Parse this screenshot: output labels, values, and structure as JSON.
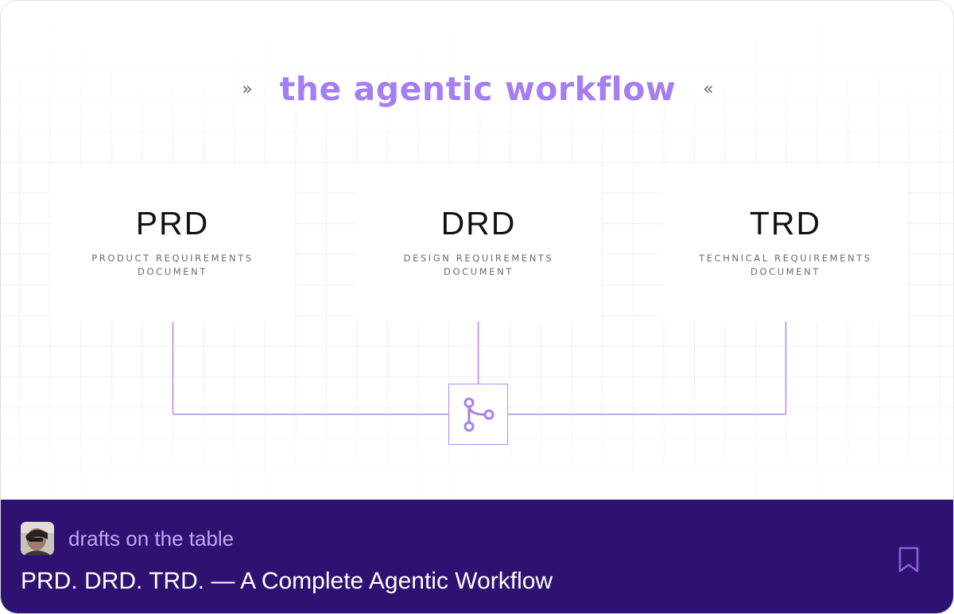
{
  "hero": {
    "title": "the agentic workflow",
    "left_marker": "»",
    "right_marker": "«"
  },
  "documents": [
    {
      "abbr": "PRD",
      "line1": "PRODUCT REQUIREMENTS",
      "line2": "DOCUMENT"
    },
    {
      "abbr": "DRD",
      "line1": "DESIGN REQUIREMENTS",
      "line2": "DOCUMENT"
    },
    {
      "abbr": "TRD",
      "line1": "TECHNICAL REQUIREMENTS",
      "line2": "DOCUMENT"
    }
  ],
  "footer": {
    "source": "drafts on the table",
    "headline": "PRD. DRD. TRD. — A Complete Agentic Workflow",
    "bookmark_icon": "bookmark-icon",
    "avatar_icon": "avatar"
  },
  "colors": {
    "accent": "#a77df2",
    "footer_bg": "#2e1170",
    "footer_source": "#c5a6f5",
    "connector": "#b28af0"
  }
}
